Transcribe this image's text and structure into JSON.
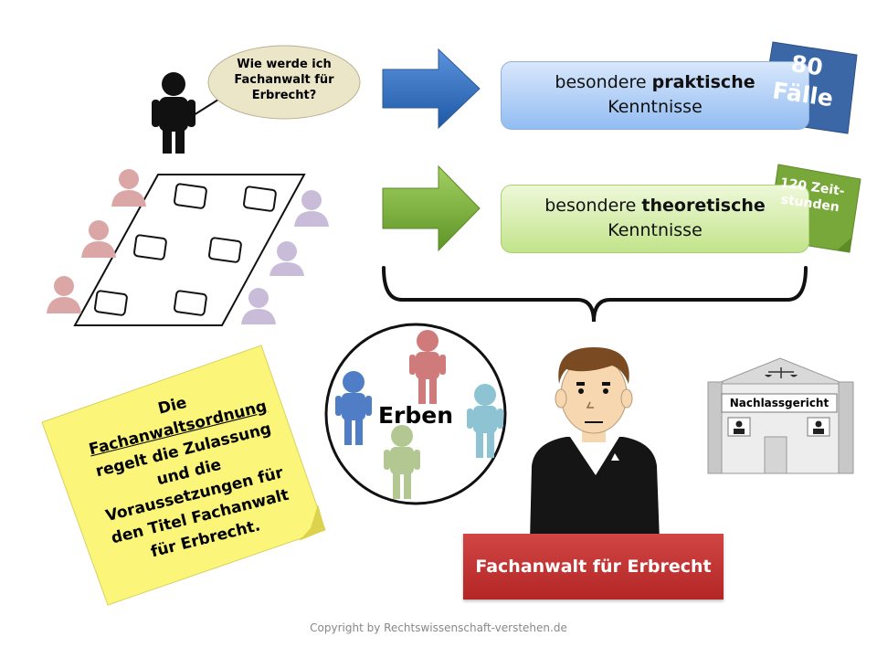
{
  "speech_bubble": {
    "text": "Wie werde ich Fachanwalt für Erbrecht?"
  },
  "practical_box": {
    "prefix": "besondere",
    "bold": "praktische",
    "suffix": "Kenntnisse"
  },
  "practical_tag": {
    "text": "80 Fälle"
  },
  "theoretical_box": {
    "prefix": "besondere",
    "bold": "theoretische",
    "suffix": "Kenntnisse"
  },
  "theoretical_tag": {
    "text": "120 Zeit-stunden"
  },
  "heirs": {
    "label": "Erben"
  },
  "court": {
    "label": "Nachlassgericht"
  },
  "note": {
    "line1": "Die",
    "line2": "Fachanwaltsordnung",
    "line3": "regelt die Zulassung",
    "line4": "und die",
    "line5": "Voraussetzungen für",
    "line6": "den Titel Fachanwalt",
    "line7": "für Erbrecht."
  },
  "lawyer": {
    "title": "Fachanwalt für Erbrecht"
  },
  "footer": {
    "copyright": "Copyright by Rechtswissenschaft-verstehen.de"
  },
  "colors": {
    "blue_arrow": "#2f6db5",
    "green_arrow": "#7fb33a",
    "name_plate": "#c0302f",
    "note": "#fbf57a",
    "tag_blue": "#3b67a6",
    "tag_green": "#79a83a"
  }
}
